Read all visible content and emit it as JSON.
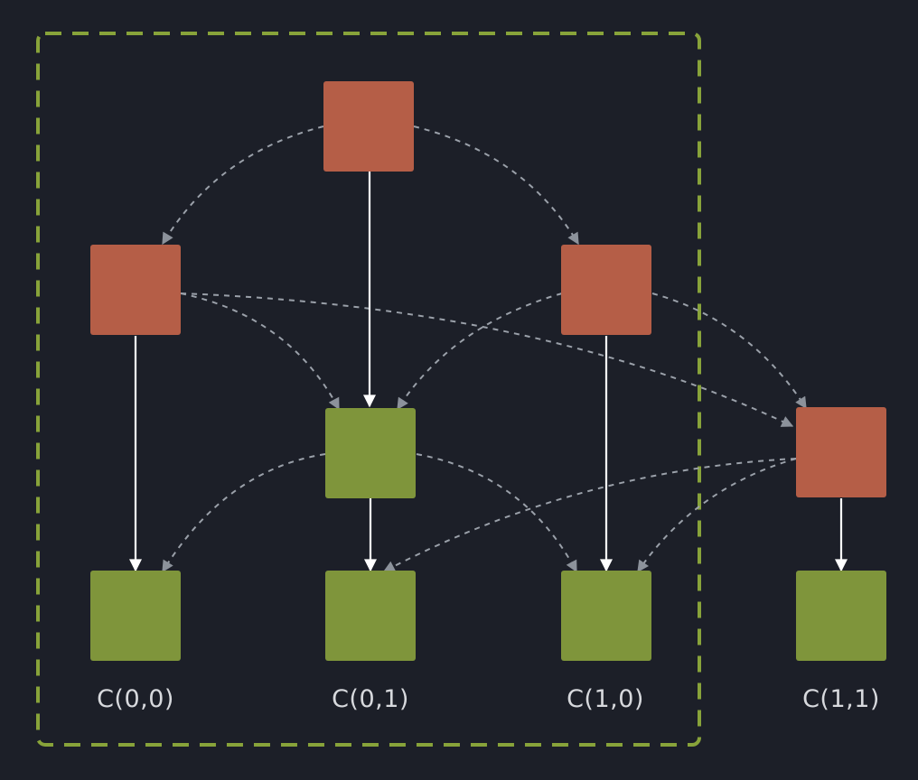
{
  "colors": {
    "background": "#1c1f28",
    "orange_node": "#b55e47",
    "green_node": "#7f953b",
    "group_border": "#88a33a",
    "solid_edge": "#ffffff",
    "dashed_edge": "#9aa0a9"
  },
  "labels": {
    "c00": "C(0,0)",
    "c01": "C(0,1)",
    "c10": "C(1,0)",
    "c11": "C(1,1)"
  }
}
